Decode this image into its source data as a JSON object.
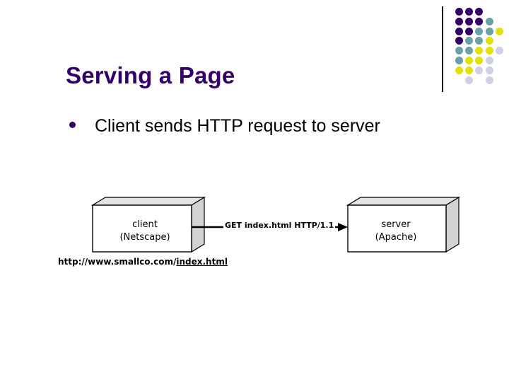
{
  "slide": {
    "title": "Serving a Page",
    "title_color": "#33006b",
    "background": "#ffffff"
  },
  "bullets": [
    {
      "marker": "bullet-disc",
      "text": "Client sends HTTP request to server"
    }
  ],
  "diagram": {
    "client_box": {
      "label_line1": "client",
      "label_line2": "(Netscape)"
    },
    "server_box": {
      "label_line1": "server",
      "label_line2": "(Apache)"
    },
    "arrow": {
      "label": "GET index.html HTTP/1.1",
      "direction": "client-to-server"
    },
    "url": {
      "prefix": "http://www.smallco.com/",
      "link": "index.html"
    }
  },
  "decoration": {
    "rule_color": "#000000",
    "colors": {
      "purple": "#330066",
      "teal": "#6aa0a8",
      "yellow": "#e3e10c",
      "lightgray": "#cdd0e6"
    },
    "dot_rows": [
      [
        "purple",
        "purple",
        "purple",
        null,
        null
      ],
      [
        "purple",
        "purple",
        "purple",
        "teal",
        null
      ],
      [
        "purple",
        "purple",
        "teal",
        "teal",
        "yellow"
      ],
      [
        "purple",
        "teal",
        "teal",
        "yellow",
        null
      ],
      [
        "teal",
        "teal",
        "yellow",
        "yellow",
        "lightgray"
      ],
      [
        "teal",
        "yellow",
        "yellow",
        "lightgray",
        null
      ],
      [
        "yellow",
        "yellow",
        "lightgray",
        "lightgray",
        null
      ],
      [
        null,
        "lightgray",
        null,
        "lightgray",
        null
      ]
    ]
  }
}
